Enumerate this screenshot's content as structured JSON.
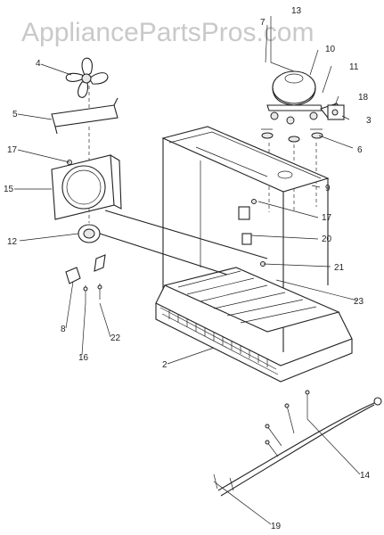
{
  "watermark": "AppliancePartsPros.com",
  "callouts": [
    {
      "id": "c13",
      "label": "13"
    },
    {
      "id": "c7",
      "label": "7"
    },
    {
      "id": "c10",
      "label": "10"
    },
    {
      "id": "c11",
      "label": "11"
    },
    {
      "id": "c18",
      "label": "18"
    },
    {
      "id": "c3",
      "label": "3"
    },
    {
      "id": "c6",
      "label": "6"
    },
    {
      "id": "c9",
      "label": "9"
    },
    {
      "id": "c17b",
      "label": "17"
    },
    {
      "id": "c20",
      "label": "20"
    },
    {
      "id": "c21",
      "label": "21"
    },
    {
      "id": "c23",
      "label": "23"
    },
    {
      "id": "c4",
      "label": "4"
    },
    {
      "id": "c5",
      "label": "5"
    },
    {
      "id": "c17a",
      "label": "17"
    },
    {
      "id": "c15",
      "label": "15"
    },
    {
      "id": "c12",
      "label": "12"
    },
    {
      "id": "c8",
      "label": "8"
    },
    {
      "id": "c22",
      "label": "22"
    },
    {
      "id": "c16",
      "label": "16"
    },
    {
      "id": "c2",
      "label": "2"
    },
    {
      "id": "c14",
      "label": "14"
    },
    {
      "id": "c19",
      "label": "19"
    }
  ]
}
